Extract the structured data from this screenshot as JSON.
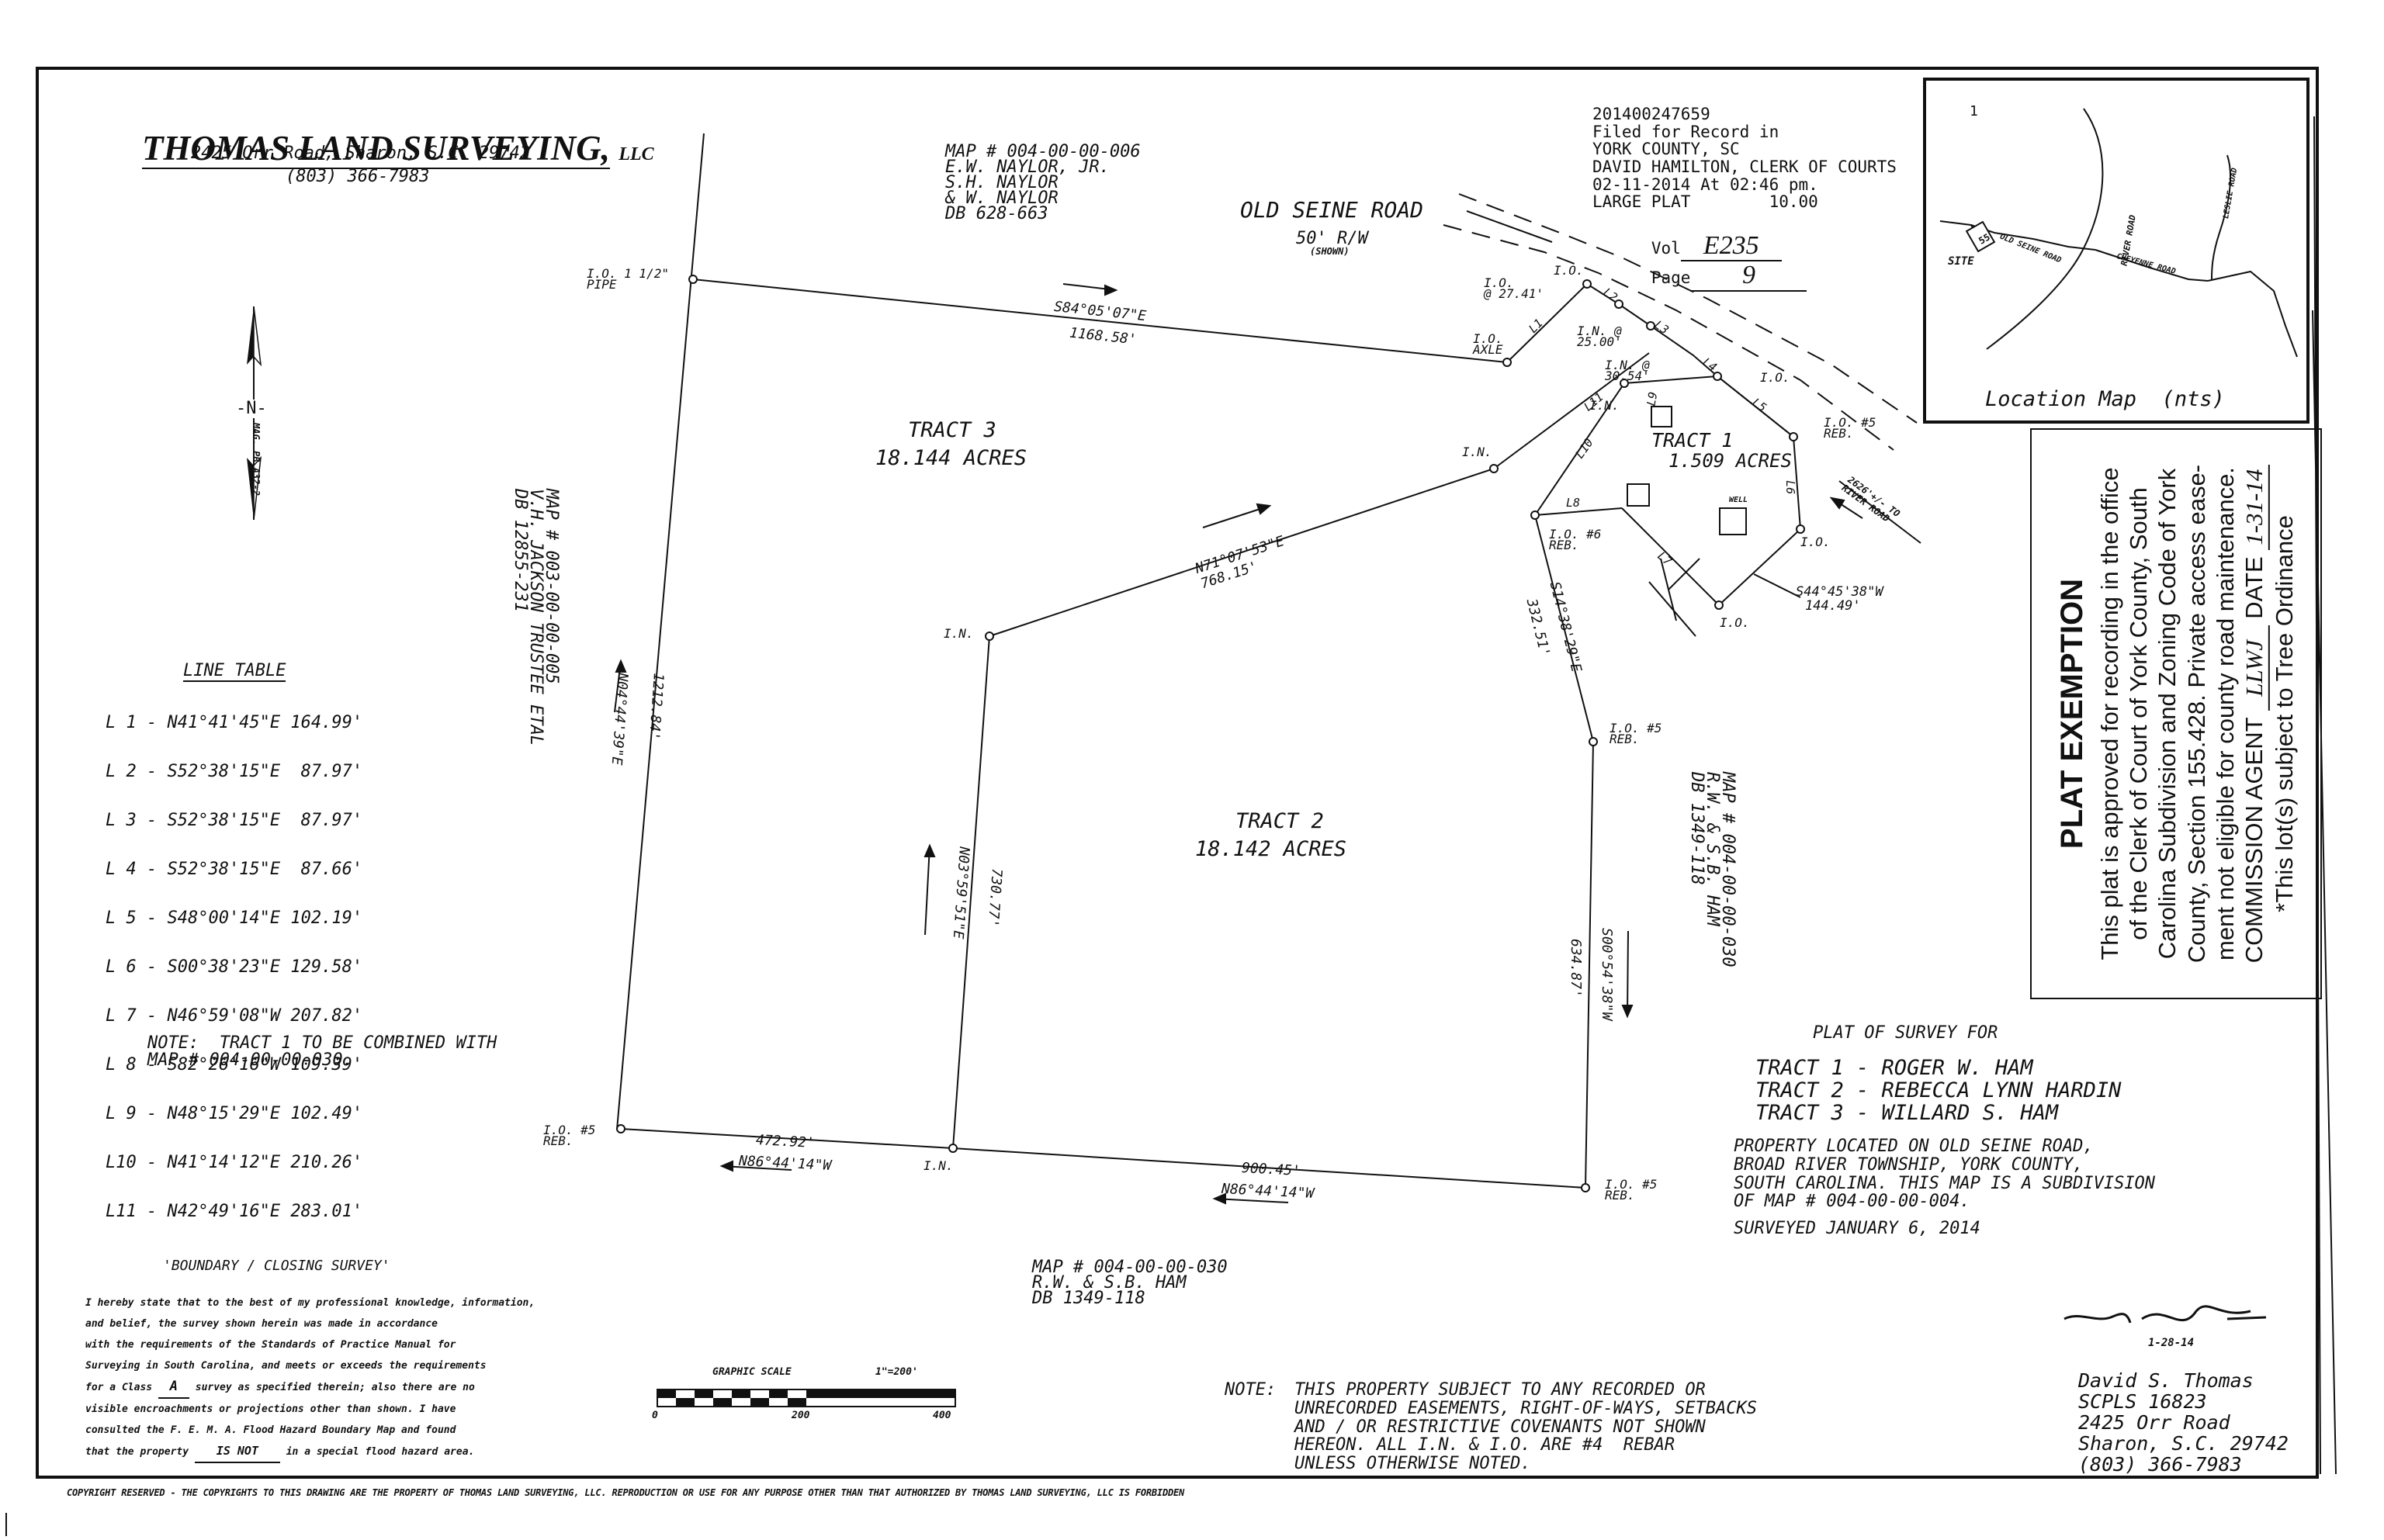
{
  "company": {
    "name": "THOMAS LAND SURVEYING,",
    "suffix": "LLC",
    "address": "2425 Orr Road, Sharon, S.C. 29742",
    "phone": "(803) 366-7983"
  },
  "recording": {
    "lines": [
      "201400247659",
      "Filed for Record in",
      "YORK COUNTY, SC",
      "DAVID HAMILTON, CLERK OF COURTS",
      "02-11-2014 At 02:46 pm.",
      "LARGE PLAT        10.00"
    ],
    "vol_label": "Vol",
    "vol_value": "E235",
    "page_label": "Page",
    "page_value": "9"
  },
  "north_arrow": {
    "label": "-N-",
    "ref": "MAG. PB A32-2"
  },
  "adjoiners": {
    "naylor": [
      "MAP # 004-00-00-006",
      "E.W. NAYLOR, JR.",
      "S.H. NAYLOR",
      "& W. NAYLOR",
      "DB 628-663"
    ],
    "jackson": [
      "MAP # 003-00-00-005",
      "V.H. JACKSON TRUSTEE ETAL",
      "DB 12855-231"
    ],
    "ham_right": [
      "MAP # 004-00-00-030",
      "R.W. & S.B. HAM",
      "DB 1349-118"
    ],
    "ham_bottom": [
      "MAP # 004-00-00-030",
      "R.W. & S.B. HAM",
      "DB 1349-118"
    ]
  },
  "road": {
    "name": "OLD SEINE ROAD",
    "row": "50' R/W",
    "shown": "(SHOWN)",
    "to_river": "2626'+/- TO RIVER ROAD"
  },
  "tracts": [
    {
      "name": "TRACT 3",
      "acres": "18.144 ACRES"
    },
    {
      "name": "TRACT 2",
      "acres": "18.142 ACRES"
    },
    {
      "name": "TRACT 1",
      "acres": "1.509 ACRES"
    }
  ],
  "well_label": "WELL",
  "bearings": {
    "b1": "S84°05'07\"E",
    "d1": "1168.58'",
    "b2": "N71°07'53\"E",
    "d2": "768.15'",
    "b3": "N04°44'39\"E",
    "d3": "1212.84'",
    "b4": "N03°59'51\"E",
    "d4": "730.77'",
    "b5": "S14°38'29\"E",
    "d5": "332.51'",
    "b6": "S00°54'38\"W",
    "d6": "634.87'",
    "b7": "N86°44'14\"W",
    "d7": "472.92'",
    "b8": "N86°44'14\"W",
    "d8": "900.45'",
    "b9": "S44°45'38\"W",
    "d9": "144.49'"
  },
  "corners": {
    "pipe": "I.O. 1 1/2\"\nPIPE",
    "axle": "I.O.\nAXLE",
    "io_27": "I.O.\n@ 27.41'",
    "io_top": "I.O.",
    "in_25": "I.N. @\n25.00'",
    "in_30": "I.N. @\n30.54'",
    "io_l5": "I.O.",
    "io5_reb_top": "I.O. #5\nREB.",
    "in_l9": "I.N.",
    "in_mid": "I.N.",
    "io6": "I.O. #6\nREB.",
    "io_l6": "I.O.",
    "io_bot1": "I.O.",
    "in_left": "I.N.",
    "io5_mid": "I.O. #5\nREB.",
    "io5_left": "I.O. #5\nREB.",
    "in_bottom": "I.N.",
    "io5_right": "I.O. #5\nREB."
  },
  "line_labels": [
    "L1",
    "L2",
    "L3",
    "L4",
    "L5",
    "L6",
    "L7",
    "L8",
    "L9",
    "L10",
    "L11"
  ],
  "line_table": {
    "title": "LINE TABLE",
    "rows": [
      "L 1 - N41°41'45\"E 164.99'",
      "L 2 - S52°38'15\"E  87.97'",
      "L 3 - S52°38'15\"E  87.97'",
      "L 4 - S52°38'15\"E  87.66'",
      "L 5 - S48°00'14\"E 102.19'",
      "L 6 - S00°38'23\"E 129.58'",
      "L 7 - N46°59'08\"W 207.82'",
      "L 8 - S82°26'16\"W 109.39'",
      "L 9 - N48°15'29\"E 102.49'",
      "L10 - N41°14'12\"E 210.26'",
      "L11 - N42°49'16\"E 283.01'"
    ]
  },
  "note_combine": [
    "NOTE:  TRACT 1 TO BE COMBINED WITH",
    "MAP # 004-00-00-030."
  ],
  "location_map": {
    "title": "Location Map  (nts)",
    "site": "SITE",
    "roads": [
      "RIVER ROAD",
      "OLD SEINE ROAD",
      "CHEYENNE ROAD",
      "LESLIE ROAD"
    ],
    "route": "55",
    "route_num": "1"
  },
  "plat_exemption": {
    "heading": "PLAT EXEMPTION",
    "lines": [
      "This plat is approved for recording in the office",
      "of the Clerk of Court of York County, South",
      "Carolina Subdivision and Zoning Code of York",
      "County, Section 155.428. Private access ease-",
      "ment not eligible for county road maintenance.",
      "COMMISSION AGENT",
      "DATE",
      "*This lot(s) subject to Tree Ordinance"
    ],
    "agent_sig": "LLWJ",
    "date_value": "1-31-14"
  },
  "plat_of_survey": {
    "title": "PLAT OF SURVEY FOR",
    "tracts": [
      "TRACT 1 - ROGER W. HAM",
      "TRACT 2 - REBECCA LYNN HARDIN",
      "TRACT 3 - WILLARD S. HAM"
    ],
    "property": [
      "PROPERTY LOCATED ON OLD SEINE ROAD,",
      "BROAD RIVER TOWNSHIP, YORK COUNTY,",
      "SOUTH CAROLINA. THIS MAP IS A SUBDIVISION",
      "OF MAP # 004-00-00-004."
    ],
    "surveyed": "SURVEYED JANUARY 6, 2014"
  },
  "certification": {
    "heading": "'BOUNDARY / CLOSING SURVEY'",
    "lines": [
      "I hereby state that to the best of my professional knowledge, information,",
      "and belief, the survey shown herein was made in accordance",
      "with the requirements of the Standards of Practice Manual for",
      "Surveying in South Carolina, and meets or exceeds the requirements",
      "for a Class",
      "survey as specified therein; also there are no",
      "visible encroachments or projections other than shown. I have",
      "consulted the F. E. M. A. Flood Hazard Boundary Map and found",
      "that the property",
      "in a special flood hazard area."
    ],
    "class_value": "A",
    "flood_value": "IS NOT"
  },
  "graphic_scale": {
    "title": "GRAPHIC SCALE",
    "ratio": "1\"=200'",
    "ticks": [
      "0",
      "200",
      "400"
    ]
  },
  "note_easements": [
    "NOTE:",
    "THIS PROPERTY SUBJECT TO ANY RECORDED OR",
    "UNRECORDED EASEMENTS, RIGHT-OF-WAYS, SETBACKS",
    "AND / OR RESTRICTIVE COVENANTS NOT SHOWN",
    "HEREON. ALL I.N. & I.O. ARE #4  REBAR",
    "UNLESS OTHERWISE NOTED."
  ],
  "surveyor": {
    "signature": "D. A. Thomas",
    "sig_date": "1-28-14",
    "lines": [
      "David S. Thomas",
      "SCPLS 16823",
      "2425 Orr Road",
      "Sharon, S.C. 29742",
      "(803) 366-7983"
    ]
  },
  "copyright": "COPYRIGHT RESERVED - THE COPYRIGHTS TO THIS DRAWING ARE THE PROPERTY OF THOMAS LAND SURVEYING, LLC. REPRODUCTION OR USE FOR ANY PURPOSE OTHER THAN THAT AUTHORIZED BY THOMAS LAND SURVEYING, LLC IS FORBIDDEN"
}
